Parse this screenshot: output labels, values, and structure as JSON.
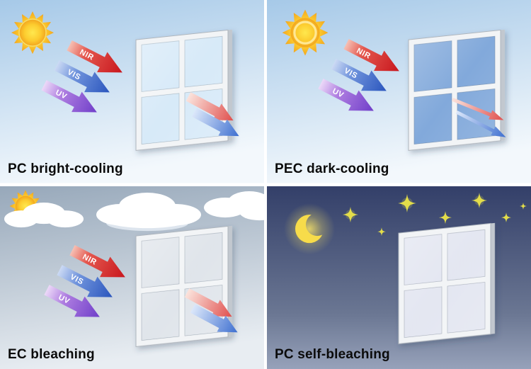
{
  "panels": [
    {
      "caption": "PC bright-cooling",
      "scene": "sunny",
      "window_tint": "#d6e9f8",
      "incident_arrows": [
        {
          "label": "NIR",
          "color": "#cf1e23"
        },
        {
          "label": "VIS",
          "color": "#2e5fc4"
        },
        {
          "label": "UV",
          "color": "#7c49cf"
        }
      ],
      "transmitted_arrows": [
        {
          "name": "heat",
          "color": "#e2625c",
          "intensity": "high"
        },
        {
          "name": "light",
          "color": "#4d80d8",
          "intensity": "high"
        }
      ]
    },
    {
      "caption": "PEC dark-cooling",
      "scene": "sunny",
      "window_tint": "#7fa7da",
      "incident_arrows": [
        {
          "label": "NIR",
          "color": "#cf1e23"
        },
        {
          "label": "VIS",
          "color": "#2e5fc4"
        },
        {
          "label": "UV",
          "color": "#7c49cf"
        }
      ],
      "transmitted_arrows": [
        {
          "name": "heat",
          "color": "#e2625c",
          "intensity": "low"
        },
        {
          "name": "light",
          "color": "#4d80d8",
          "intensity": "low"
        }
      ]
    },
    {
      "caption": "EC bleaching",
      "scene": "cloudy",
      "window_tint": "#dfe4ea",
      "incident_arrows": [
        {
          "label": "NIR",
          "color": "#cf1e23"
        },
        {
          "label": "VIS",
          "color": "#2e5fc4"
        },
        {
          "label": "UV",
          "color": "#7c49cf"
        }
      ],
      "transmitted_arrows": [
        {
          "name": "heat",
          "color": "#e2625c",
          "intensity": "high"
        },
        {
          "name": "light",
          "color": "#4d80d8",
          "intensity": "high"
        }
      ]
    },
    {
      "caption": "PC self-bleaching",
      "scene": "night",
      "window_tint": "#e3e6f1",
      "incident_arrows": [],
      "transmitted_arrows": []
    }
  ],
  "colors": {
    "sun": "#fcc92f",
    "moon": "#f7dc4a",
    "stars": "#e3dd4a",
    "day_sky_top": "#a6c9e8",
    "cloudy_sky_top": "#97a8ba",
    "night_sky_top": "#333f69",
    "window_frame": "#f2f4f6"
  }
}
